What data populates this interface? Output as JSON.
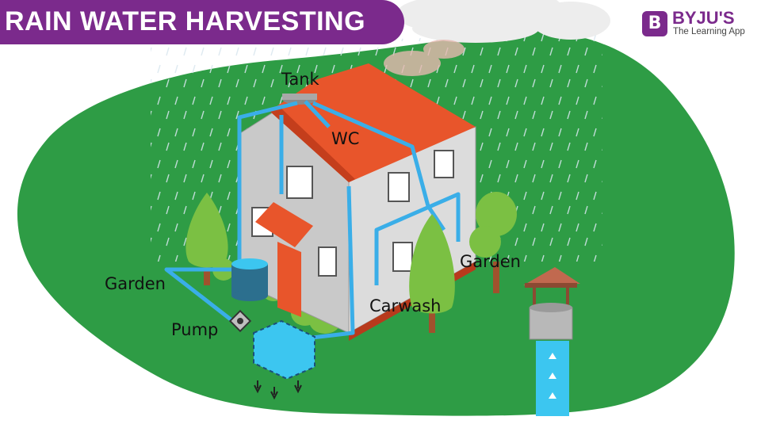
{
  "title": "RAIN WATER HARVESTING",
  "brand": {
    "name": "BYJU'S",
    "tagline": "The Learning App",
    "badge_letter": "B",
    "color": "#7b2a8c"
  },
  "labels": {
    "tank": "Tank",
    "wc": "WC",
    "garden_left": "Garden",
    "garden_right": "Garden",
    "pump": "Pump",
    "carwash": "Carwash"
  },
  "colors": {
    "ground": "#2e9c45",
    "pipe": "#3aaee8",
    "roof": "#e8552b",
    "wall": "#c9c9c9",
    "storage_tank": "#3cc6f0",
    "banner": "#7b2a8c"
  }
}
